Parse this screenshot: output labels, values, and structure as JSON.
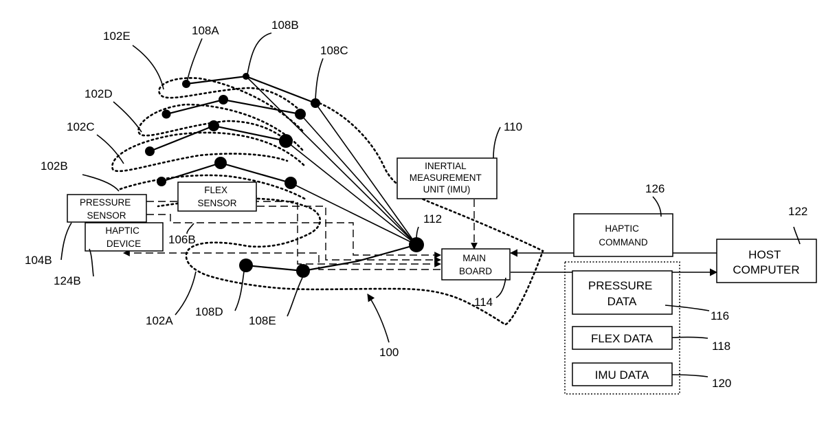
{
  "colors": {
    "ink": "#000000",
    "paper": "#ffffff"
  },
  "refs": {
    "r100": "100",
    "r102a": "102A",
    "r102b": "102B",
    "r102c": "102C",
    "r102d": "102D",
    "r102e": "102E",
    "r104b": "104B",
    "r106b": "106B",
    "r108a": "108A",
    "r108b": "108B",
    "r108c": "108C",
    "r108d": "108D",
    "r108e": "108E",
    "r110": "110",
    "r112": "112",
    "r114": "114",
    "r116": "116",
    "r118": "118",
    "r120": "120",
    "r122": "122",
    "r124b": "124B",
    "r126": "126"
  },
  "boxes": {
    "pressure_sensor": [
      "PRESSURE",
      "SENSOR"
    ],
    "haptic_device": [
      "HAPTIC",
      "DEVICE"
    ],
    "flex_sensor": [
      "FLEX",
      "SENSOR"
    ],
    "imu": [
      "INERTIAL",
      "MEASUREMENT",
      "UNIT (IMU)"
    ],
    "main_board": [
      "MAIN",
      "BOARD"
    ],
    "haptic_command": [
      "HAPTIC",
      "COMMAND"
    ],
    "host_computer": [
      "HOST",
      "COMPUTER"
    ],
    "pressure_data": [
      "PRESSURE",
      "DATA"
    ],
    "flex_data": "FLEX DATA",
    "imu_data": "IMU DATA"
  }
}
